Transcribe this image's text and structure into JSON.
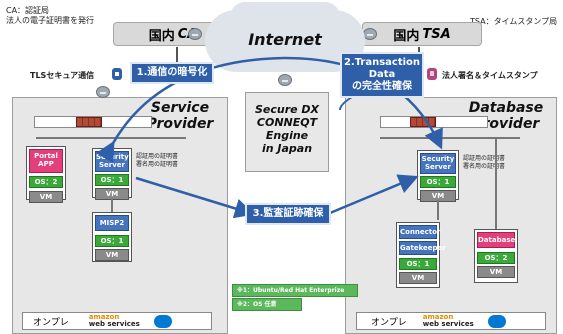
{
  "notes": {
    "ca_note_line1": "CA：認証局",
    "ca_note_line2": "法人の電子証明書を発行",
    "tsa_note": "TSA：タイムスタンプ局"
  },
  "nodes": {
    "ca_prefix": "国内",
    "ca_suffix": "CA",
    "tsa_prefix": "国内",
    "tsa_suffix": "TSA",
    "internet": "Internet",
    "engine_line1": "Secure DX",
    "engine_line2": "CONNEQT",
    "engine_line3": "Engine",
    "engine_line4": "in Japan"
  },
  "labels": {
    "tls": "TLSセキュア通信",
    "corp_stamp": "法人署名＆タイムスタンプ",
    "step1": "1.通信の暗号化",
    "step2_line1": "2.Transaction",
    "step2_line2": "Data",
    "step2_line3": "の完全性確保",
    "step3": "3.監査証跡確保"
  },
  "service_provider": {
    "title_line1": "Service",
    "title_line2": "Provider",
    "portal_line1": "Portal",
    "portal_line2": "APP",
    "os_label": "OS：2",
    "vm_label": "VM",
    "security_line1": "Security",
    "security_line2": "Server",
    "sec_os_label": "OS：1",
    "sec_vm_label": "VM",
    "cert_auth": "認証用の証明書",
    "cert_sign": "署名用の証明書",
    "misp_label": "MISP2",
    "misp_os_label": "OS：1",
    "misp_vm_label": "VM",
    "onprem": "オンプレ"
  },
  "database_provider": {
    "title_line1": "Database",
    "title_line2": "Provider",
    "security_line1": "Security",
    "security_line2": "Server",
    "sec_os_label": "OS：1",
    "sec_vm_label": "VM",
    "cert_auth": "認証用の証明書",
    "cert_sign": "署名用の証明書",
    "connector_label": "Connector",
    "gatekeeper_label": "Gatekeeper",
    "gk_os_label": "OS：1",
    "gk_vm_label": "VM",
    "database_label": "Database",
    "db_os_label": "OS：2",
    "db_vm_label": "VM",
    "onprem": "オンプレ"
  },
  "legend": {
    "item1": "※1：Ubuntu/Red Hat Enterprize",
    "item2": "※2：OS 任意"
  },
  "logos": {
    "amazon": "amazon",
    "webservices": "web services"
  },
  "colors": {
    "arrow_blue": "#2e5fa8",
    "os_green": "#3aa93a",
    "security_blue": "#4673bd",
    "database_pink": "#e43f7a"
  }
}
